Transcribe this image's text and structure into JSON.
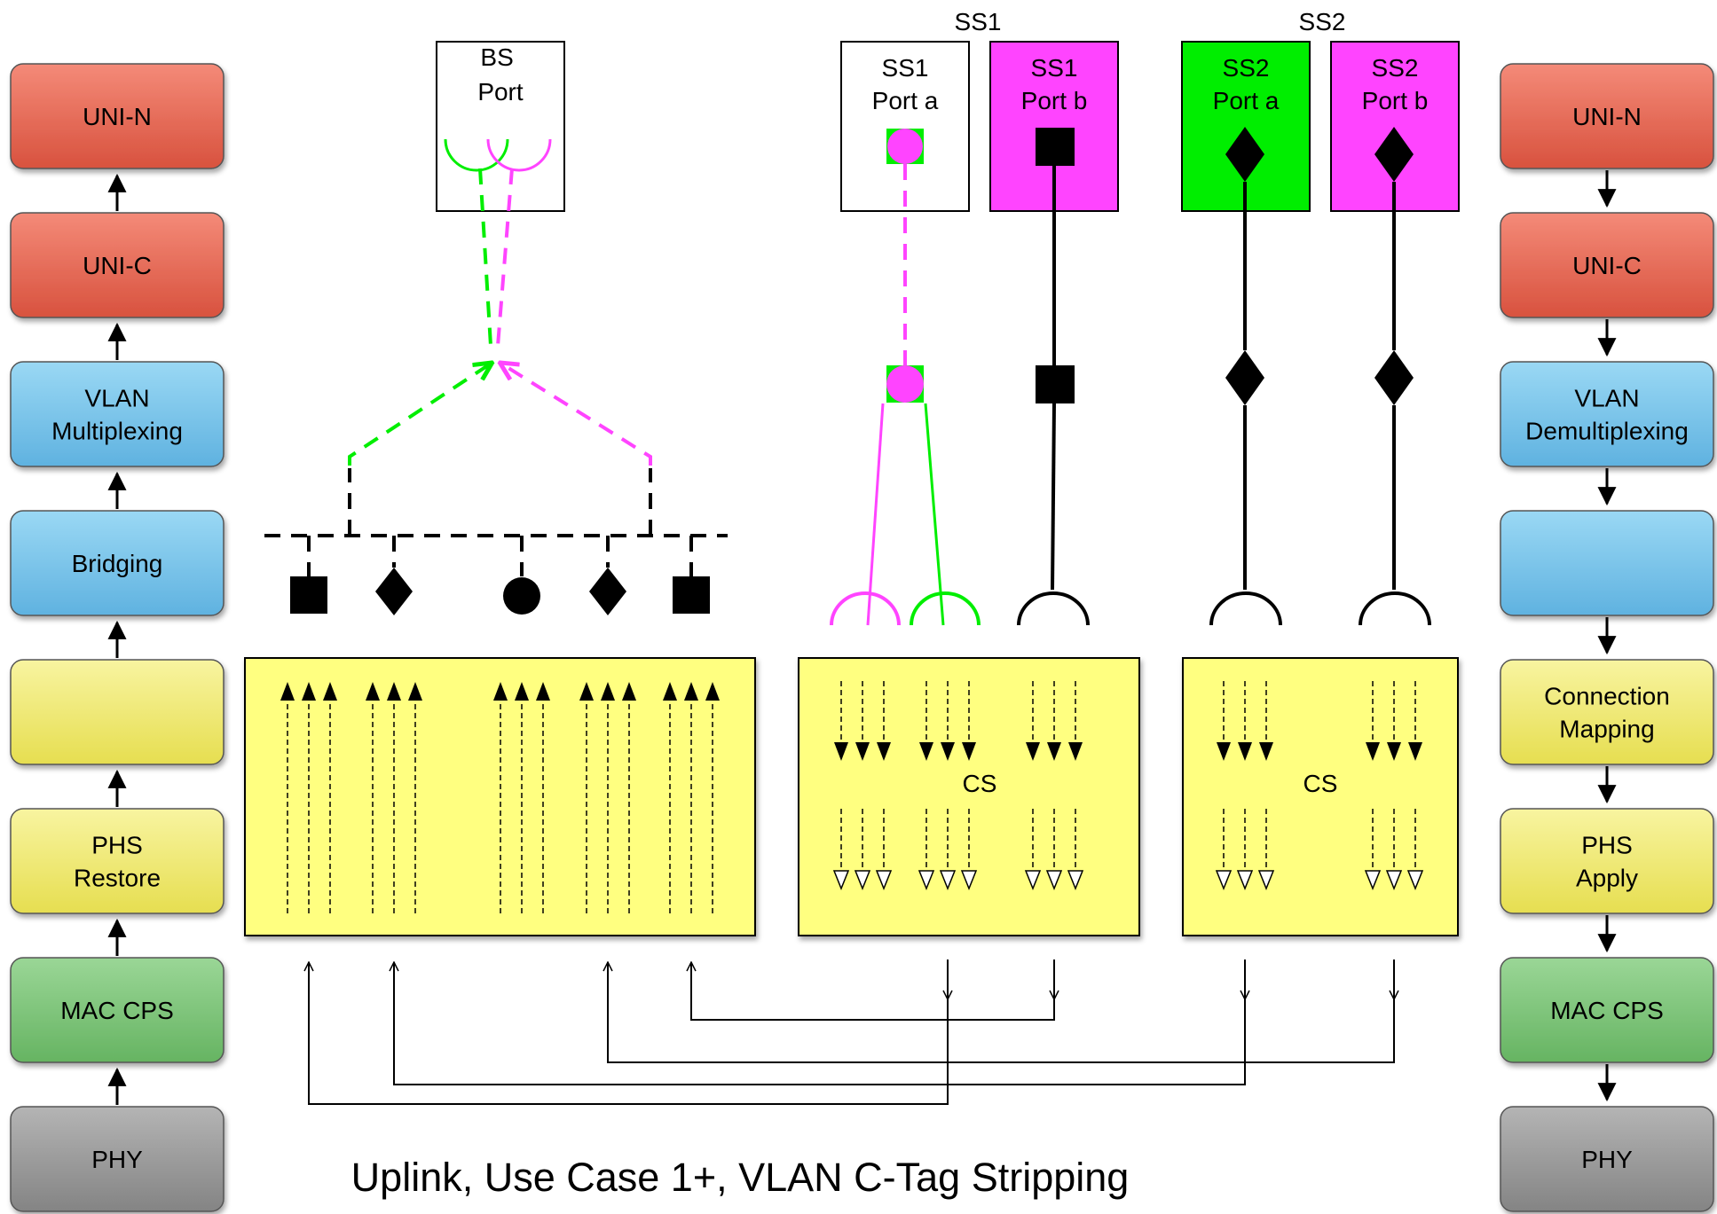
{
  "title": "Uplink, Use Case 1+, VLAN C-Tag Stripping",
  "left_stack": [
    "UNI-N",
    "UNI-C",
    "VLAN|Multiplexing",
    "Bridging",
    "",
    "PHS|Restore",
    "MAC CPS",
    "PHY"
  ],
  "right_stack": [
    "UNI-N",
    "UNI-C",
    "VLAN|Demultiplexing",
    "",
    "Connection|Mapping",
    "PHS|Apply",
    "MAC CPS",
    "PHY"
  ],
  "bs_port": "BS|Port",
  "group_labels": {
    "ss1": "SS1",
    "ss2": "SS2"
  },
  "ports": [
    {
      "label": "SS1|Port a",
      "fill": "#ffffff"
    },
    {
      "label": "SS1|Port b",
      "fill": "#ff44ff"
    },
    {
      "label": "SS2|Port a",
      "fill": "#00ee00"
    },
    {
      "label": "SS2|Port b",
      "fill": "#ff44ff"
    }
  ],
  "cs_label": "CS",
  "colors": {
    "red": "#e0604c",
    "blue": "#72c4e8",
    "yellow": "#f0ec70",
    "green": "#7cc478",
    "gray": "#969696",
    "magenta": "#ff44ff",
    "lime": "#00ee00",
    "cs_fill": "#ffff80"
  }
}
